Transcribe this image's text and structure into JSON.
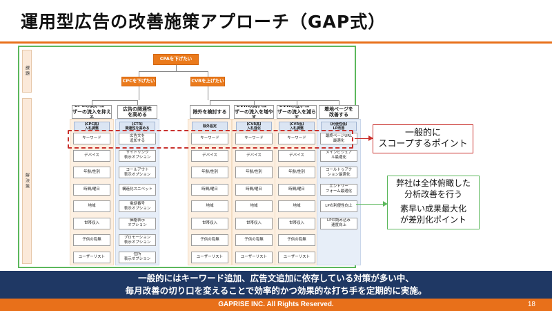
{
  "title": "運用型広告の改善施策アプローチ（GAP式）",
  "side_labels": {
    "top": "課題",
    "bottom": "解決策"
  },
  "tree": {
    "root": "CPAを下げたい",
    "level2": [
      "CPCを下げたい",
      "CVRを上げたい"
    ]
  },
  "columns": [
    {
      "head": "CPCの高いユー\nザーの流入を抑える",
      "tag": "【CPC高】\n入札調整",
      "items": [
        "キーワード",
        "デバイス",
        "年齢/性別",
        "時間/曜日",
        "地域",
        "世帯収入",
        "子供の有無",
        "ユーザーリスト"
      ]
    },
    {
      "head": "広告の関連性\nを高める",
      "tag": "【CTR】\n関連性を高める",
      "items": [
        "広告文を\n追加する",
        "サイトリンク\n表示オプション",
        "コールアウト\n表示オプション",
        "構造化スニペット",
        "電話番号\n表示オプション",
        "価格表示\nオプション",
        "プロモーション\n表示オプション",
        "住所\n表示オプション"
      ]
    },
    {
      "head": "除外を検討する",
      "tag": "除外設定",
      "items": [
        "キーワード",
        "デバイス",
        "年齢/性別",
        "時間/曜日",
        "地域",
        "世帯収入",
        "子供の有無",
        "ユーザーリスト"
      ]
    },
    {
      "head": "CVRの高いユー\nザーの流入を増やす",
      "tag": "【CVR高】\n入札強化",
      "items": [
        "キーワード",
        "デバイス",
        "年齢/性別",
        "時間/曜日",
        "地域",
        "世帯収入",
        "子供の有無",
        "ユーザーリスト"
      ]
    },
    {
      "head": "CVRの低いユー\nザーの流入を減らす",
      "tag": "【CVR低】\n入札調整",
      "items": [
        "キーワード",
        "デバイス",
        "年齢/性別",
        "時間/曜日",
        "地域",
        "世帯収入",
        "子供の有無",
        "ユーザーリスト"
      ]
    },
    {
      "head": "着地ページを\n改善する",
      "tag": "【利便性低】\nLP改善",
      "items": [
        "最終ページURL\n最適化",
        "メインビジュア\nル最適化",
        "コールトゥアク\nション最適化",
        "エントリー\nフォーム最適化",
        "LPの利便性向上",
        "LPの読み込み\n速度向上"
      ]
    }
  ],
  "callouts": {
    "scope": "一般的に\nスコープするポイント",
    "diff_a": "弊社は全体俯瞰した\n分析改善を行う",
    "diff_b": "素早い成果最大化\nが差別化ポイント"
  },
  "banner": {
    "line1": "一般的にはキーワード追加、広告文追加に依存している対策が多い中、",
    "line2": "毎月改善の切り口を変えることで効率的かつ効果的な打ち手を定期的に実施。"
  },
  "footer": {
    "copyright": "GAPRISE INC. All Rights Reserved.",
    "page_number": "18"
  }
}
